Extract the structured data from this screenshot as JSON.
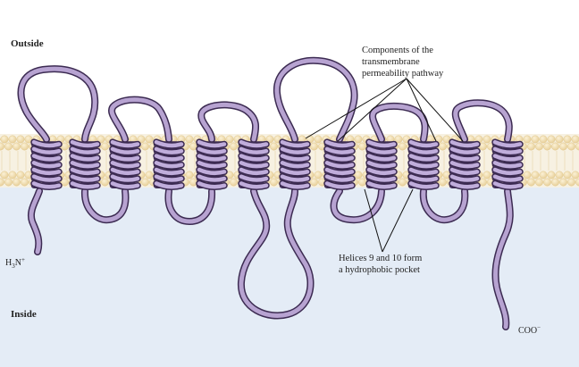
{
  "regions": {
    "outside_label": "Outside",
    "inside_label": "Inside"
  },
  "termini": {
    "n_terminus": "H3N+",
    "c_terminus": "COO−"
  },
  "callouts": {
    "pathway_line1": "Components of the",
    "pathway_line2": "transmembrane",
    "pathway_line3": "permeability pathway",
    "pocket_line1": "Helices 9 and 10 form",
    "pocket_line2": "a hydrophobic pocket"
  },
  "membrane": {
    "helix_count": 12
  },
  "colors": {
    "background_outside": "#ffffff",
    "background_inside": "#e4ecf6",
    "lipid_head": "#f2dfb0",
    "protein_fill": "#b7a3d1",
    "protein_outline": "#3c2b52"
  }
}
